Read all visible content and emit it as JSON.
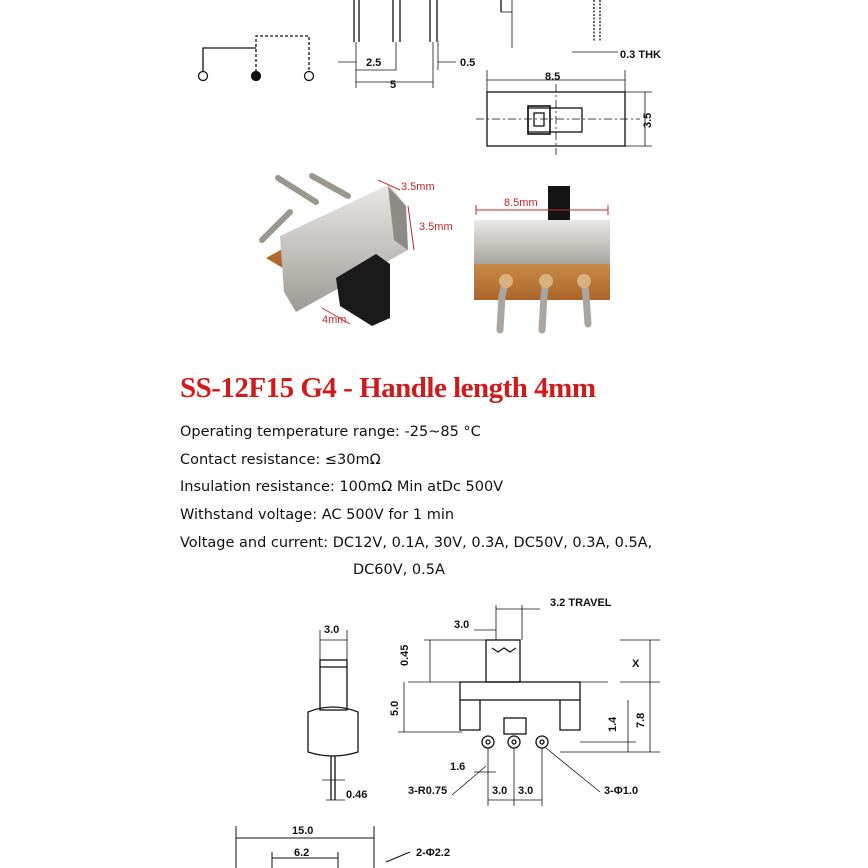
{
  "top_drawing": {
    "dims": {
      "pitch": "2.5",
      "span": "5",
      "pin": "0.5",
      "thk": "0.3 THK",
      "body_length": "8.5",
      "body_height": "3.5"
    }
  },
  "photos": {
    "left": {
      "top": "3.5mm",
      "side": "3.5mm",
      "handle": "4mm"
    },
    "right": {
      "length": "8.5mm"
    }
  },
  "title": "SS-12F15 G4 - Handle length 4mm",
  "specs": [
    "Operating temperature range: -25~85 °C",
    "Contact resistance: ≤30mΩ",
    "Insulation resistance: 100mΩ Min atDc 500V",
    "Withstand voltage: AC 500V for 1 min",
    "Voltage and current: DC12V, 0.1A, 30V, 0.3A, DC50V, 0.3A, 0.5A,",
    "DC60V, 0.5A"
  ],
  "bottom_drawing": {
    "dims": {
      "handle_w": "3.0",
      "handle_w2": "3.0",
      "travel": "3.2 TRAVEL",
      "h045": "0.45",
      "x": "X",
      "h50": "5.0",
      "h78": "7.8",
      "h14": "1.4",
      "pin046": "0.46",
      "d16": "1.6",
      "r075": "3-R0.75",
      "p30a": "3.0",
      "p30b": "3.0",
      "phi10": "3-Φ1.0",
      "w150": "15.0",
      "w62": "6.2",
      "phi22": "2-Φ2.2"
    }
  }
}
